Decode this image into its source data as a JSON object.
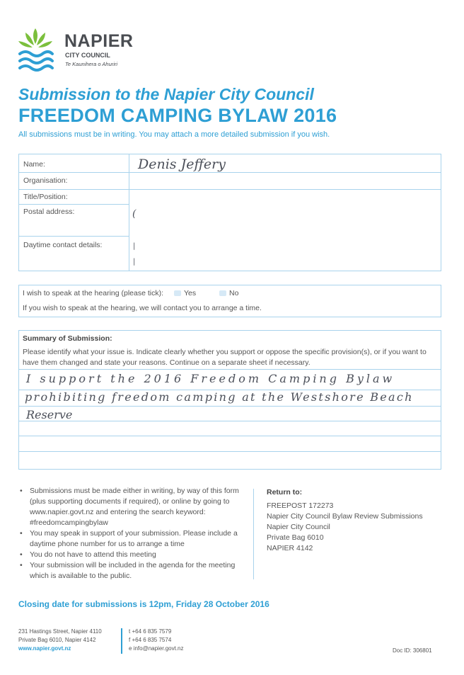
{
  "brand": {
    "name": "NAPIER",
    "sub": "CITY COUNCIL",
    "maori": "Te Kaunihera o Ahuriri"
  },
  "header": {
    "title_line1": "Submission to the Napier City Council",
    "title_line2": "FREEDOM CAMPING BYLAW 2016",
    "intro": "All submissions must be in writing.  You may attach a more detailed submission if you wish."
  },
  "details": {
    "name_label": "Name:",
    "name_value": "Denis Jeffery",
    "organisation_label": "Organisation:",
    "title_label": "Title/Position:",
    "postal_label": "Postal address:",
    "postal_value": "(",
    "daytime_label": "Daytime contact details:",
    "daytime_value_1": "|",
    "daytime_value_2": "|"
  },
  "speak": {
    "question": "I wish to speak at the hearing (please tick):",
    "yes": "Yes",
    "no": "No",
    "note": "If you wish to speak at the hearing, we will contact you to arrange a time."
  },
  "summary": {
    "heading": "Summary of Submission:",
    "instructions": "Please identify what your issue is. Indicate clearly whether you support or oppose the specific provision(s), or if you want to have them changed and state your reasons. Continue on a separate sheet if necessary.",
    "line1": "I support the 2016 Freedom Camping Bylaw",
    "line2": "prohibiting freedom camping at the Westshore Beach",
    "line3": "Reserve"
  },
  "notes": [
    "Submissions must be made either in writing, by way of this form (plus supporting documents if required), or online by going to www.napier.govt.nz and entering the search keyword: #freedomcampingbylaw",
    "You may speak in support of your submission. Please include a daytime phone number for us to arrange a time",
    "You do not have to attend this meeting",
    "Your submission will be included in the agenda for the meeting which is available to the public."
  ],
  "return_to": {
    "heading": "Return to:",
    "lines": [
      "FREEPOST 172273",
      "Napier City Council Bylaw Review Submissions",
      "Napier City Council",
      "Private Bag 6010",
      "NAPIER 4142"
    ]
  },
  "closing": "Closing date for submissions is 12pm, Friday 28 October 2016",
  "footer": {
    "address1": "231 Hastings Street, Napier 4110",
    "address2": "Private Bag 6010, Napier 4142",
    "website": "www.napier.govt.nz",
    "phone": "t +64 6 835 7579",
    "fax": "f +64 6 835 7574",
    "email": "e info@napier.govt.nz",
    "doc_id": "Doc ID: 306801"
  },
  "colors": {
    "accent": "#2e9fd4",
    "logo_green": "#7bbf3c",
    "logo_blue": "#2e9fd4",
    "border": "#a9d3ec"
  }
}
